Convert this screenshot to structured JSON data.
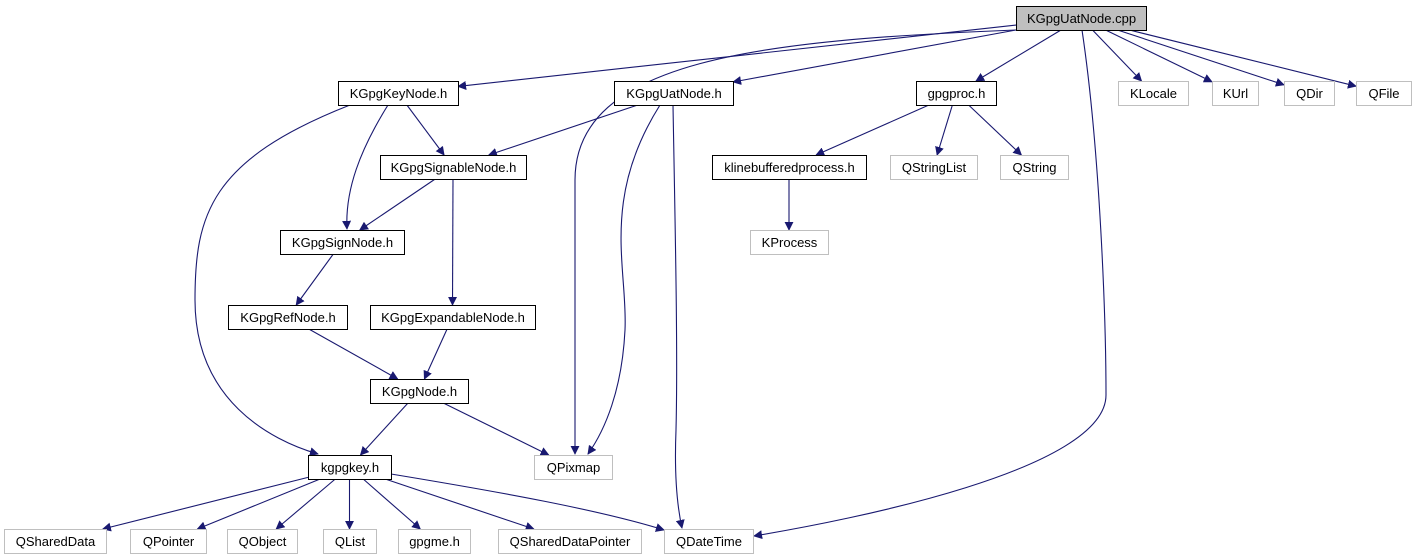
{
  "colors": {
    "edge": "#191970",
    "internal_border": "#000000",
    "external_border": "#bfbfbf",
    "root_fill": "#bfbfbf"
  },
  "nodes": [
    {
      "id": "KGpgUatNode.cpp",
      "label": "KGpgUatNode.cpp",
      "kind": "root"
    },
    {
      "id": "KGpgKeyNode.h",
      "label": "KGpgKeyNode.h",
      "kind": "internal"
    },
    {
      "id": "KGpgUatNode.h",
      "label": "KGpgUatNode.h",
      "kind": "internal"
    },
    {
      "id": "gpgproc.h",
      "label": "gpgproc.h",
      "kind": "internal"
    },
    {
      "id": "KLocale",
      "label": "KLocale",
      "kind": "external"
    },
    {
      "id": "KUrl",
      "label": "KUrl",
      "kind": "external"
    },
    {
      "id": "QDir",
      "label": "QDir",
      "kind": "external"
    },
    {
      "id": "QFile",
      "label": "QFile",
      "kind": "external"
    },
    {
      "id": "KGpgSignableNode.h",
      "label": "KGpgSignableNode.h",
      "kind": "internal"
    },
    {
      "id": "klinebufferedprocess.h",
      "label": "klinebufferedprocess.h",
      "kind": "internal"
    },
    {
      "id": "QStringList",
      "label": "QStringList",
      "kind": "external"
    },
    {
      "id": "QString",
      "label": "QString",
      "kind": "external"
    },
    {
      "id": "KGpgSignNode.h",
      "label": "KGpgSignNode.h",
      "kind": "internal"
    },
    {
      "id": "KProcess",
      "label": "KProcess",
      "kind": "external"
    },
    {
      "id": "KGpgRefNode.h",
      "label": "KGpgRefNode.h",
      "kind": "internal"
    },
    {
      "id": "KGpgExpandableNode.h",
      "label": "KGpgExpandableNode.h",
      "kind": "internal"
    },
    {
      "id": "KGpgNode.h",
      "label": "KGpgNode.h",
      "kind": "internal"
    },
    {
      "id": "kgpgkey.h",
      "label": "kgpgkey.h",
      "kind": "internal"
    },
    {
      "id": "QPixmap",
      "label": "QPixmap",
      "kind": "external"
    },
    {
      "id": "QSharedData",
      "label": "QSharedData",
      "kind": "external"
    },
    {
      "id": "QPointer",
      "label": "QPointer",
      "kind": "external"
    },
    {
      "id": "QObject",
      "label": "QObject",
      "kind": "external"
    },
    {
      "id": "QList",
      "label": "QList",
      "kind": "external"
    },
    {
      "id": "gpgme.h",
      "label": "gpgme.h",
      "kind": "external"
    },
    {
      "id": "QSharedDataPointer",
      "label": "QSharedDataPointer",
      "kind": "external"
    },
    {
      "id": "QDateTime",
      "label": "QDateTime",
      "kind": "external"
    }
  ],
  "edges": [
    {
      "from": "KGpgUatNode.cpp",
      "to": "KGpgKeyNode.h"
    },
    {
      "from": "KGpgUatNode.cpp",
      "to": "KGpgUatNode.h"
    },
    {
      "from": "KGpgUatNode.cpp",
      "to": "gpgproc.h"
    },
    {
      "from": "KGpgUatNode.cpp",
      "to": "KLocale"
    },
    {
      "from": "KGpgUatNode.cpp",
      "to": "KUrl"
    },
    {
      "from": "KGpgUatNode.cpp",
      "to": "QDir"
    },
    {
      "from": "KGpgUatNode.cpp",
      "to": "QFile"
    },
    {
      "from": "KGpgUatNode.cpp",
      "to": "QPixmap"
    },
    {
      "from": "KGpgUatNode.cpp",
      "to": "QDateTime"
    },
    {
      "from": "KGpgKeyNode.h",
      "to": "KGpgSignableNode.h"
    },
    {
      "from": "KGpgKeyNode.h",
      "to": "KGpgSignNode.h"
    },
    {
      "from": "KGpgKeyNode.h",
      "to": "kgpgkey.h"
    },
    {
      "from": "KGpgUatNode.h",
      "to": "KGpgSignableNode.h"
    },
    {
      "from": "KGpgUatNode.h",
      "to": "QPixmap"
    },
    {
      "from": "KGpgUatNode.h",
      "to": "QDateTime"
    },
    {
      "from": "gpgproc.h",
      "to": "klinebufferedprocess.h"
    },
    {
      "from": "gpgproc.h",
      "to": "QStringList"
    },
    {
      "from": "gpgproc.h",
      "to": "QString"
    },
    {
      "from": "klinebufferedprocess.h",
      "to": "KProcess"
    },
    {
      "from": "KGpgSignableNode.h",
      "to": "KGpgSignNode.h"
    },
    {
      "from": "KGpgSignableNode.h",
      "to": "KGpgExpandableNode.h"
    },
    {
      "from": "KGpgSignNode.h",
      "to": "KGpgRefNode.h"
    },
    {
      "from": "KGpgRefNode.h",
      "to": "KGpgNode.h"
    },
    {
      "from": "KGpgExpandableNode.h",
      "to": "KGpgNode.h"
    },
    {
      "from": "KGpgNode.h",
      "to": "kgpgkey.h"
    },
    {
      "from": "KGpgNode.h",
      "to": "QPixmap"
    },
    {
      "from": "kgpgkey.h",
      "to": "QSharedData"
    },
    {
      "from": "kgpgkey.h",
      "to": "QPointer"
    },
    {
      "from": "kgpgkey.h",
      "to": "QObject"
    },
    {
      "from": "kgpgkey.h",
      "to": "QList"
    },
    {
      "from": "kgpgkey.h",
      "to": "gpgme.h"
    },
    {
      "from": "kgpgkey.h",
      "to": "QSharedDataPointer"
    },
    {
      "from": "kgpgkey.h",
      "to": "QDateTime"
    }
  ]
}
